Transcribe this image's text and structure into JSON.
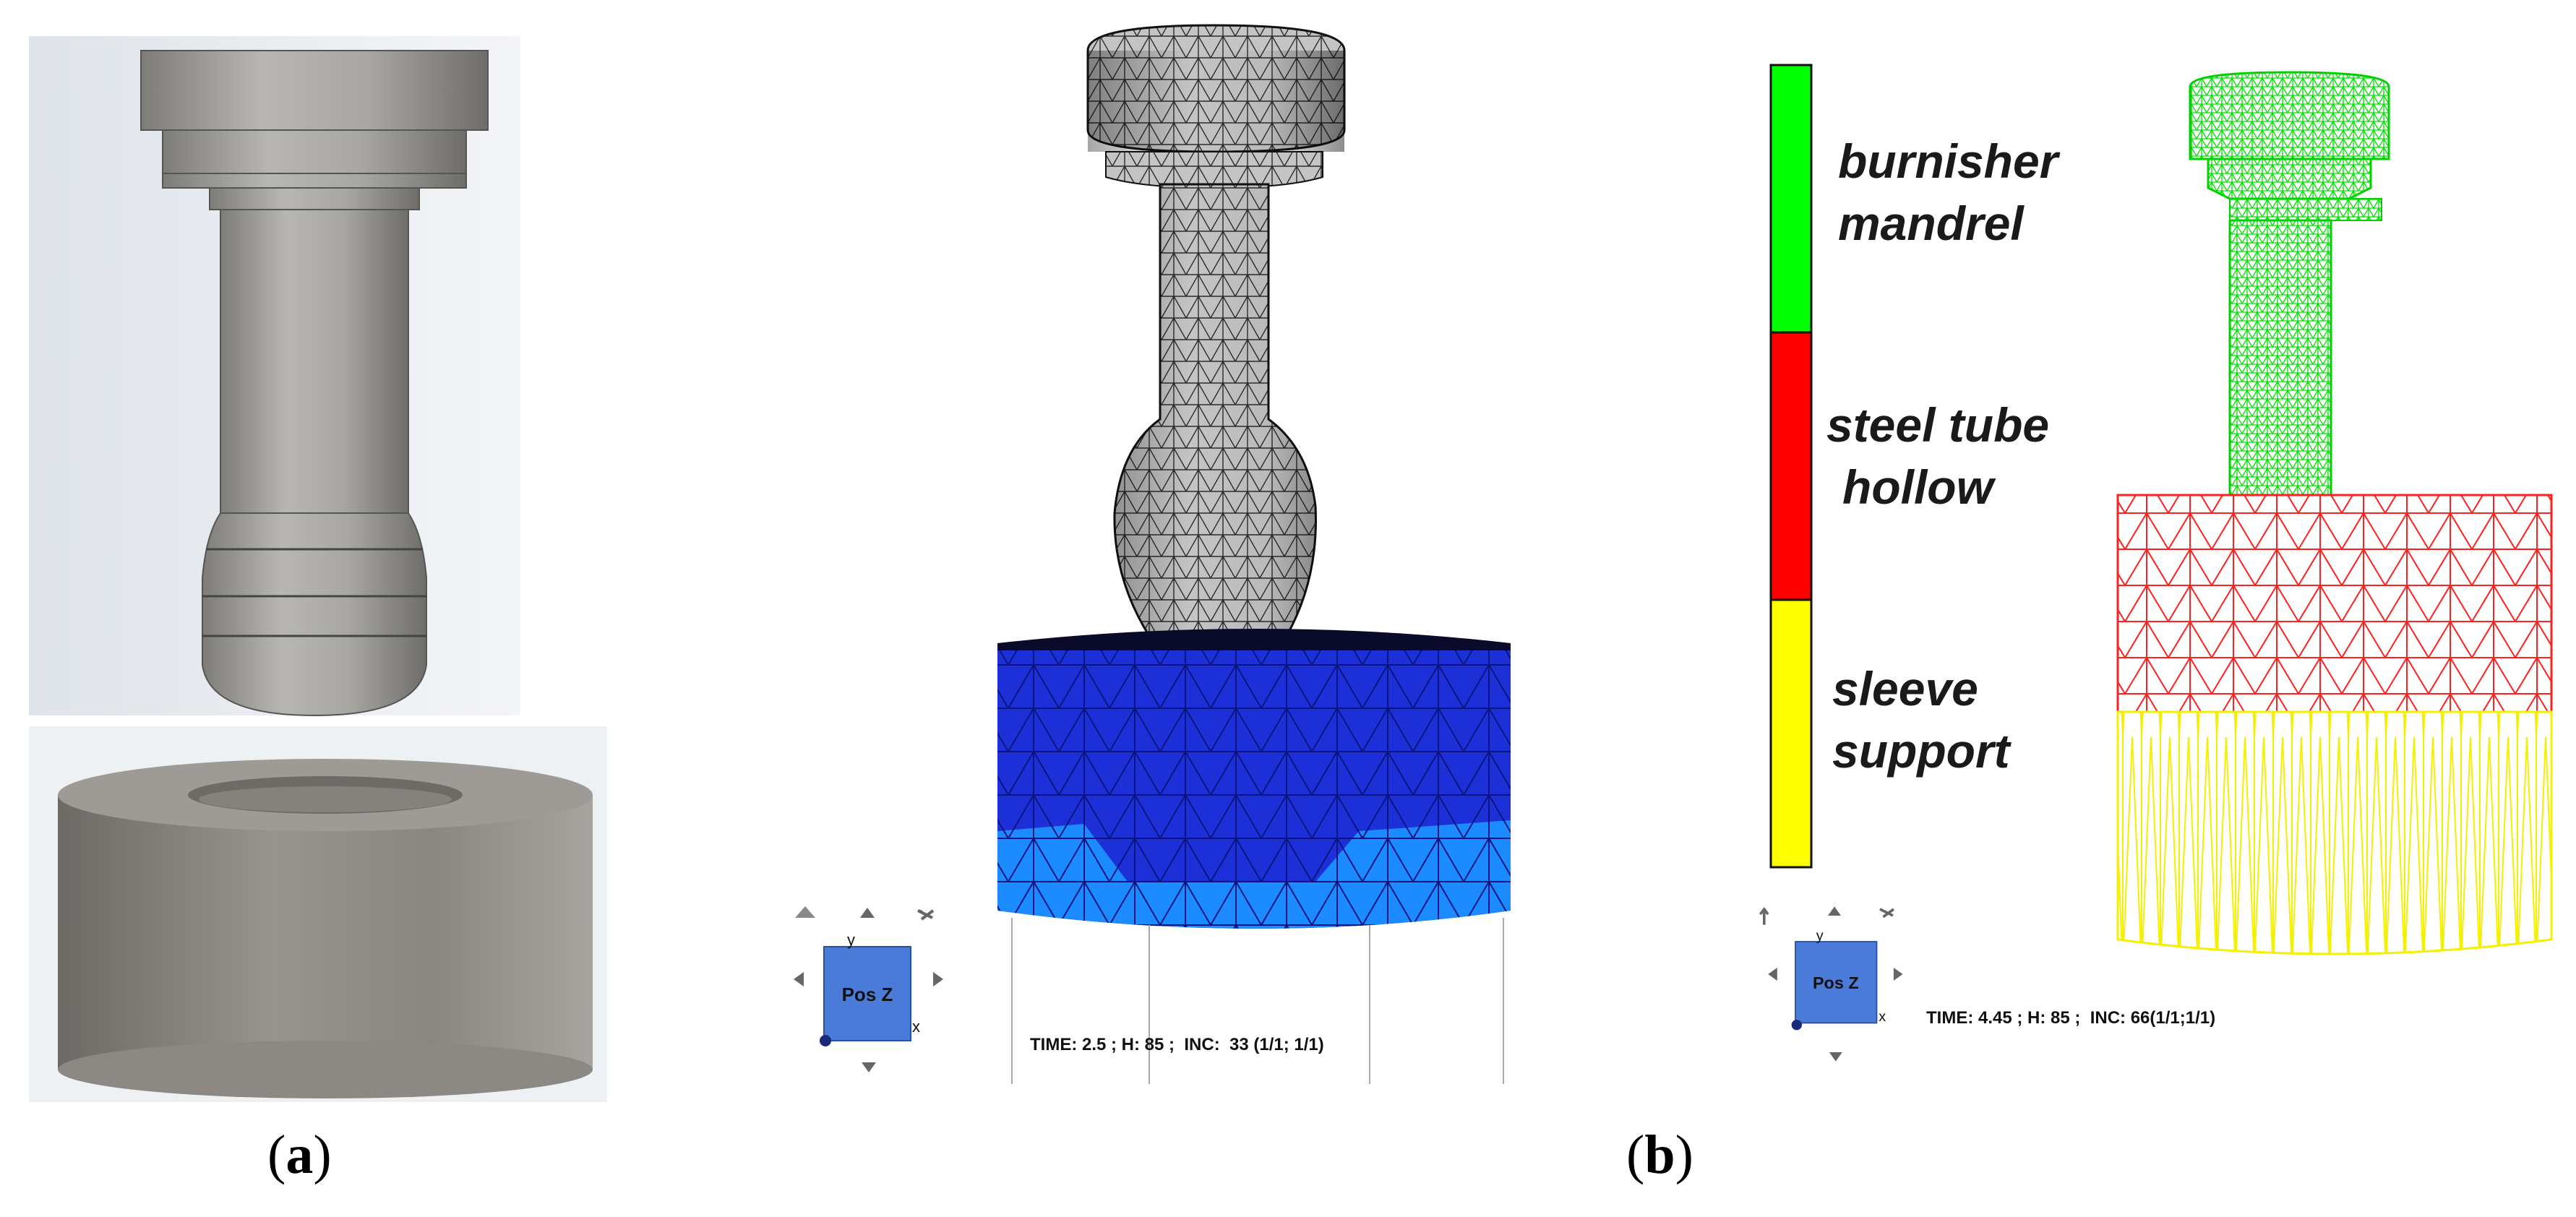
{
  "captions": {
    "a": "a",
    "b": "b"
  },
  "legend": {
    "entries": [
      {
        "line1": "burnisher",
        "line2": "mandrel",
        "color": "#00ff00"
      },
      {
        "line1": "steel tube",
        "line2": "hollow",
        "color": "#ff0000"
      },
      {
        "line1": "sleeve",
        "line2": "support",
        "color": "#ffff00"
      }
    ]
  },
  "sim_mid": {
    "view_label": "Pos Z",
    "axis_y": "y",
    "axis_x": "x",
    "info": "TIME: 2.5 ; H: 85 ;  INC:  33 (1/1; 1/1)"
  },
  "sim_right": {
    "view_label": "Pos Z",
    "axis_y": "y",
    "axis_x": "x",
    "info": "TIME: 4.45 ; H: 85 ;  INC: 66(1/1;1/1)"
  },
  "colors": {
    "mandrel_grey": "#b9b7b3",
    "mesh_blue": "#1d2fd6",
    "mesh_lightblue": "#1c8bff",
    "nav_blue": "#4a7bd8"
  }
}
